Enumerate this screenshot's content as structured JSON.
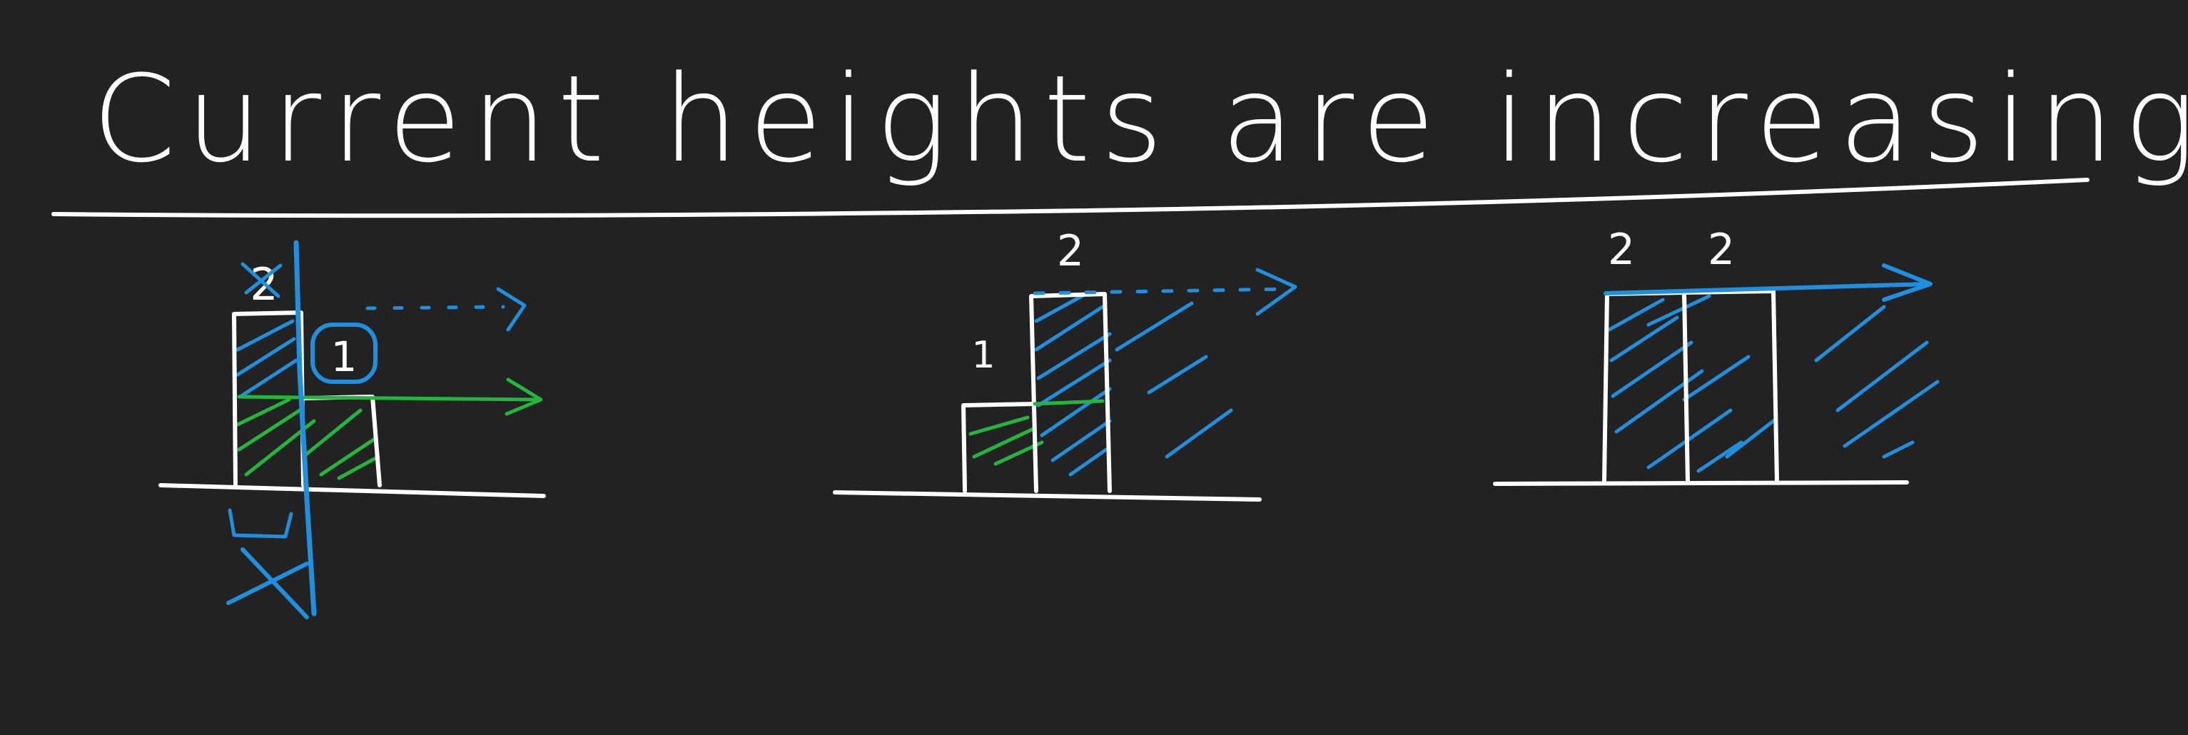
{
  "title": "Current heights are increasing",
  "panels": [
    {
      "labels": [
        "2",
        "1"
      ],
      "heights": [
        2,
        1
      ]
    },
    {
      "labels": [
        "1",
        "2"
      ],
      "heights": [
        1,
        2
      ]
    },
    {
      "labels": [
        "2",
        "2"
      ],
      "heights": [
        2,
        2
      ]
    }
  ],
  "colors": {
    "background": "#222222",
    "ink": "#ffffff",
    "blue": "#1f8fe0",
    "green": "#23b63c"
  }
}
